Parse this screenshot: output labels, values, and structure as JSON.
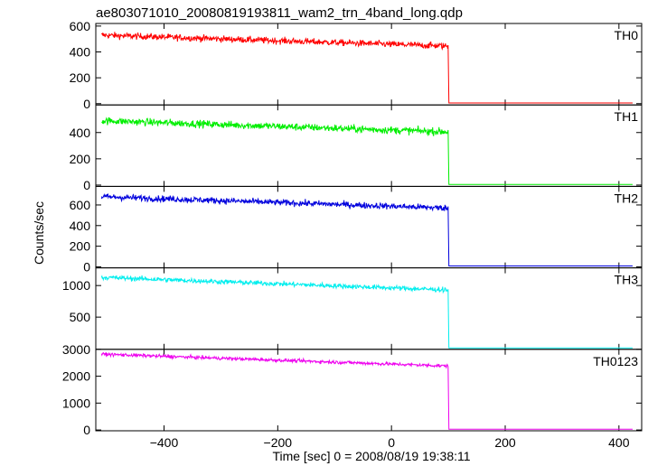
{
  "chart_data": {
    "type": "line",
    "title": "ae803071010_20080819193811_wam2_trn_4band_long.qdp",
    "xlabel": "Time [sec] 0 = 2008/08/19 19:38:11",
    "ylabel": "Counts/sec",
    "xlim": [
      -520,
      440
    ],
    "x_ticks": [
      -400,
      -200,
      0,
      200,
      400
    ],
    "x_tick_labels": [
      "−400",
      "−200",
      "0",
      "200",
      "400"
    ],
    "x_data_range": [
      -510,
      425
    ],
    "drop_time": 100,
    "panels": [
      {
        "name": "TH0",
        "color": "#ff0000",
        "ylim": [
          -10,
          620
        ],
        "yticks": [
          0,
          200,
          400,
          600
        ],
        "ytick_labels": [
          "0",
          "200",
          "400",
          "600"
        ],
        "level_start": 530,
        "level_end": 445,
        "noise": 18,
        "post_level": 5
      },
      {
        "name": "TH1",
        "color": "#00ee00",
        "ylim": [
          -10,
          610
        ],
        "yticks": [
          0,
          200,
          400
        ],
        "ytick_labels": [
          "0",
          "200",
          "400"
        ],
        "level_start": 490,
        "level_end": 405,
        "noise": 20,
        "post_level": 5
      },
      {
        "name": "TH2",
        "color": "#0000dd",
        "ylim": [
          -10,
          780
        ],
        "yticks": [
          0,
          200,
          400,
          600
        ],
        "ytick_labels": [
          "0",
          "200",
          "400",
          "600"
        ],
        "level_start": 680,
        "level_end": 570,
        "noise": 22,
        "post_level": 8
      },
      {
        "name": "TH3",
        "color": "#00eeee",
        "ylim": [
          -10,
          1280
        ],
        "yticks": [
          500,
          1000
        ],
        "ytick_labels": [
          "500",
          "1000"
        ],
        "level_start": 1130,
        "level_end": 930,
        "noise": 28,
        "post_level": 12
      },
      {
        "name": "TH0123",
        "color": "#ee00ee",
        "ylim": [
          -30,
          3000
        ],
        "yticks": [
          0,
          1000,
          2000,
          3000
        ],
        "ytick_labels": [
          "0",
          "1000",
          "2000",
          "3000"
        ],
        "level_start": 2820,
        "level_end": 2380,
        "noise": 45,
        "post_level": 30
      }
    ]
  }
}
